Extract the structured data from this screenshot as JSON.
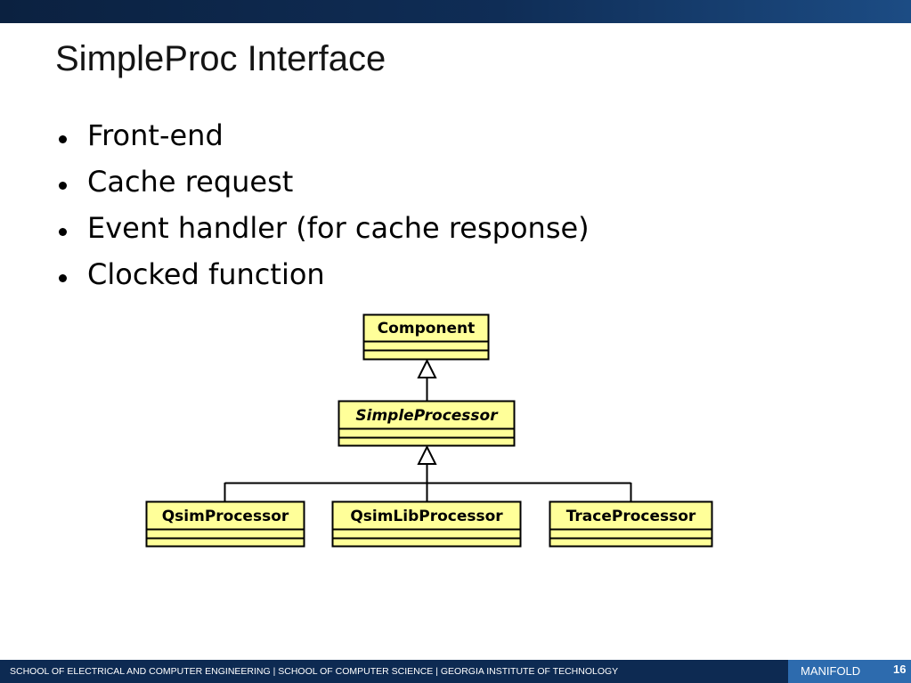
{
  "slide": {
    "title": "SimpleProc Interface",
    "bullets": [
      "Front-end",
      "Cache request",
      "Event handler (for cache response)",
      "Clocked function"
    ]
  },
  "diagram": {
    "box_fill": "#ffff99",
    "classes": {
      "component": "Component",
      "simple_processor": "SimpleProcessor",
      "qsim_processor": "QsimProcessor",
      "qsim_lib_processor": "QsimLibProcessor",
      "trace_processor": "TraceProcessor"
    }
  },
  "footer": {
    "text": "SCHOOL OF ELECTRICAL AND COMPUTER ENGINEERING | SCHOOL OF COMPUTER SCIENCE | GEORGIA INSTITUTE OF TECHNOLOGY",
    "label": "MANIFOLD",
    "page_number": "16"
  }
}
